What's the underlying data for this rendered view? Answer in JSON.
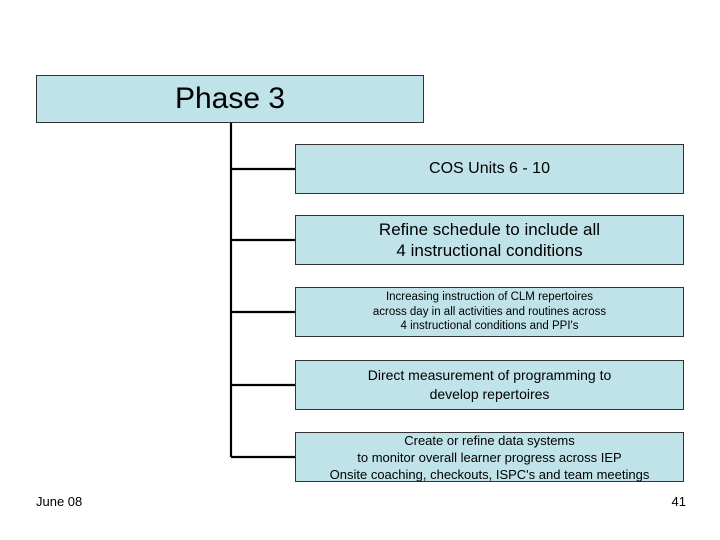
{
  "slide": {
    "title": "Phase 3",
    "boxes": [
      {
        "name": "cos-units-box",
        "lines": [
          "COS Units 6 - 10"
        ]
      },
      {
        "name": "refine-schedule-box",
        "lines": [
          "Refine schedule to include all",
          "4 instructional conditions"
        ]
      },
      {
        "name": "increasing-instruction-box",
        "lines": [
          "Increasing instruction of CLM repertoires",
          "across day in all activities and routines across",
          "4 instructional conditions and PPI's"
        ]
      },
      {
        "name": "direct-measurement-box",
        "lines": [
          "Direct measurement of programming to",
          "develop repertoires"
        ]
      },
      {
        "name": "data-systems-box",
        "lines": [
          "Create or refine data systems",
          "to monitor overall learner progress across IEP",
          "Onsite coaching, checkouts, ISPC's and team meetings"
        ]
      }
    ]
  },
  "footer": {
    "date": "June 08",
    "page_number": "41"
  },
  "colors": {
    "box_fill": "#bfe3e8",
    "box_border": "#333333",
    "text": "#000000",
    "background": "#ffffff"
  }
}
